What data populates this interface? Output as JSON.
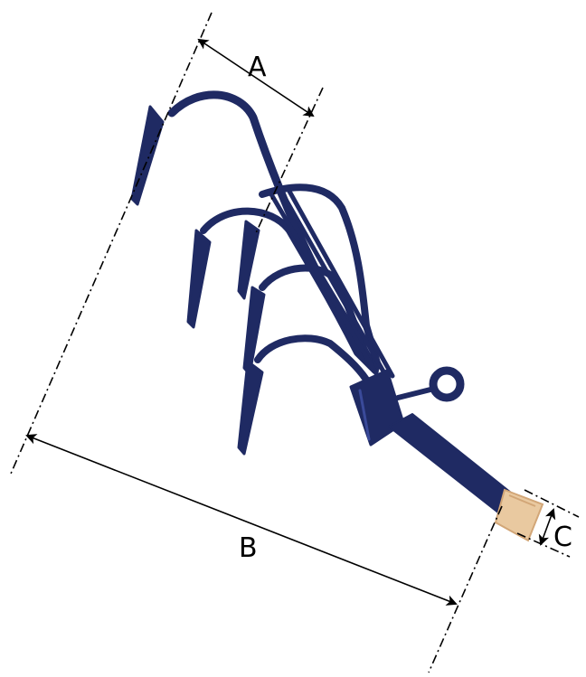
{
  "diagram": {
    "dimensions": [
      {
        "id": "A",
        "label": "A"
      },
      {
        "id": "B",
        "label": "B"
      },
      {
        "id": "C",
        "label": "C"
      }
    ]
  },
  "colors": {
    "tool_body": "#1f2a63",
    "tool_highlight": "#3a4a9a",
    "handle_wood": "#e9c9a0",
    "handle_wood_shade": "#d2a677",
    "lines": "#000000",
    "background": "#ffffff"
  }
}
